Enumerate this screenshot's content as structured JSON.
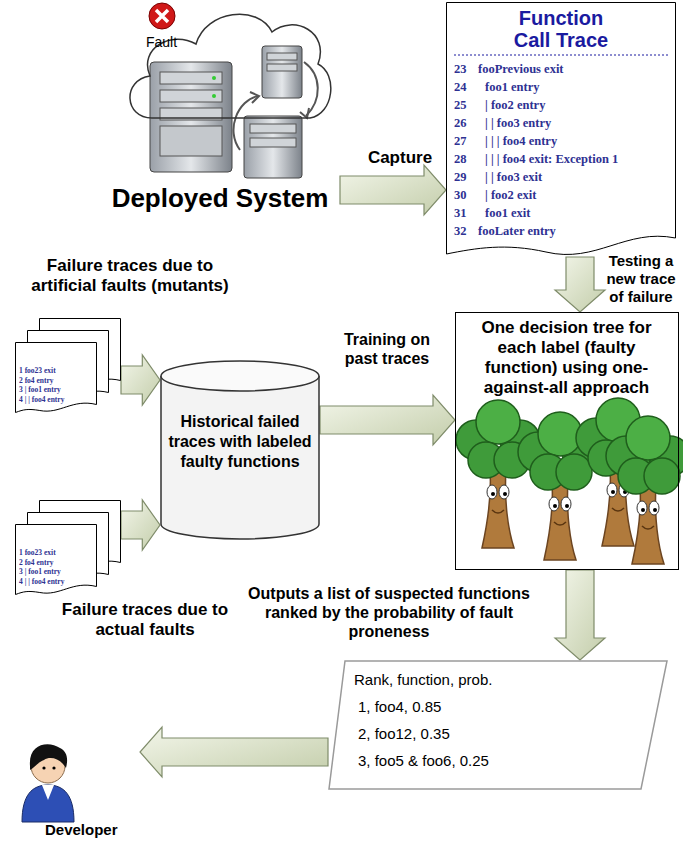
{
  "diagram": {
    "nodes": [
      {
        "text": [
          "Deployed System"
        ]
      },
      {
        "text": [
          "Fault"
        ],
        "in": 0
      },
      {
        "text": [
          "Function Call Trace",
          "23",
          "fooPrevious exit",
          "24",
          "foo1 entry",
          "25",
          "| foo2 entry",
          "26",
          "| | foo3 entry",
          "27",
          "| | | foo4 entry",
          "28",
          "| | | foo4 exit: Exception 1",
          "29",
          "| | foo3 exit",
          "30",
          "| foo2 exit",
          "31",
          "foo1 exit",
          "32",
          "fooLater entry"
        ]
      },
      {
        "text": [
          "Failure traces due to artificial faults (mutants)",
          "1 foo23 exit",
          "2 fo4 entry",
          "3 | foo1 entry",
          "4 | | foo4 entry"
        ]
      },
      {
        "text": [
          "Failure traces due to actual faults",
          "1 foo23 exit",
          "2 fo4 entry",
          "3 | foo1 entry",
          "4 | | foo4 entry"
        ]
      },
      {
        "text": [
          "Historical failed traces with labeled faulty functions"
        ]
      },
      {
        "text": [
          "One decision tree for each label (faulty function) using one-against-all approach"
        ]
      },
      {
        "text": [
          "Rank, function, prob.",
          "1, foo4, 0.85",
          "2, foo12, 0.35",
          "3, foo5 & foo6, 0.25"
        ]
      },
      {
        "text": [
          "Developer"
        ]
      }
    ],
    "edges": [
      {
        "from": 0,
        "to": 2,
        "label": "Capture",
        "arrow": "to"
      },
      {
        "from": 2,
        "to": 6,
        "label": "Testing a new trace of failure",
        "arrow": "to"
      },
      {
        "from": 3,
        "to": 5,
        "arrow": "to"
      },
      {
        "from": 4,
        "to": 5,
        "arrow": "to"
      },
      {
        "from": 5,
        "to": 6,
        "label": "Training on past traces",
        "arrow": "to"
      },
      {
        "from": 6,
        "to": 7,
        "label": "Outputs a list of suspected functions ranked by the probability of fault proneness",
        "arrow": "to"
      },
      {
        "from": 7,
        "to": 8,
        "arrow": "to"
      }
    ]
  }
}
